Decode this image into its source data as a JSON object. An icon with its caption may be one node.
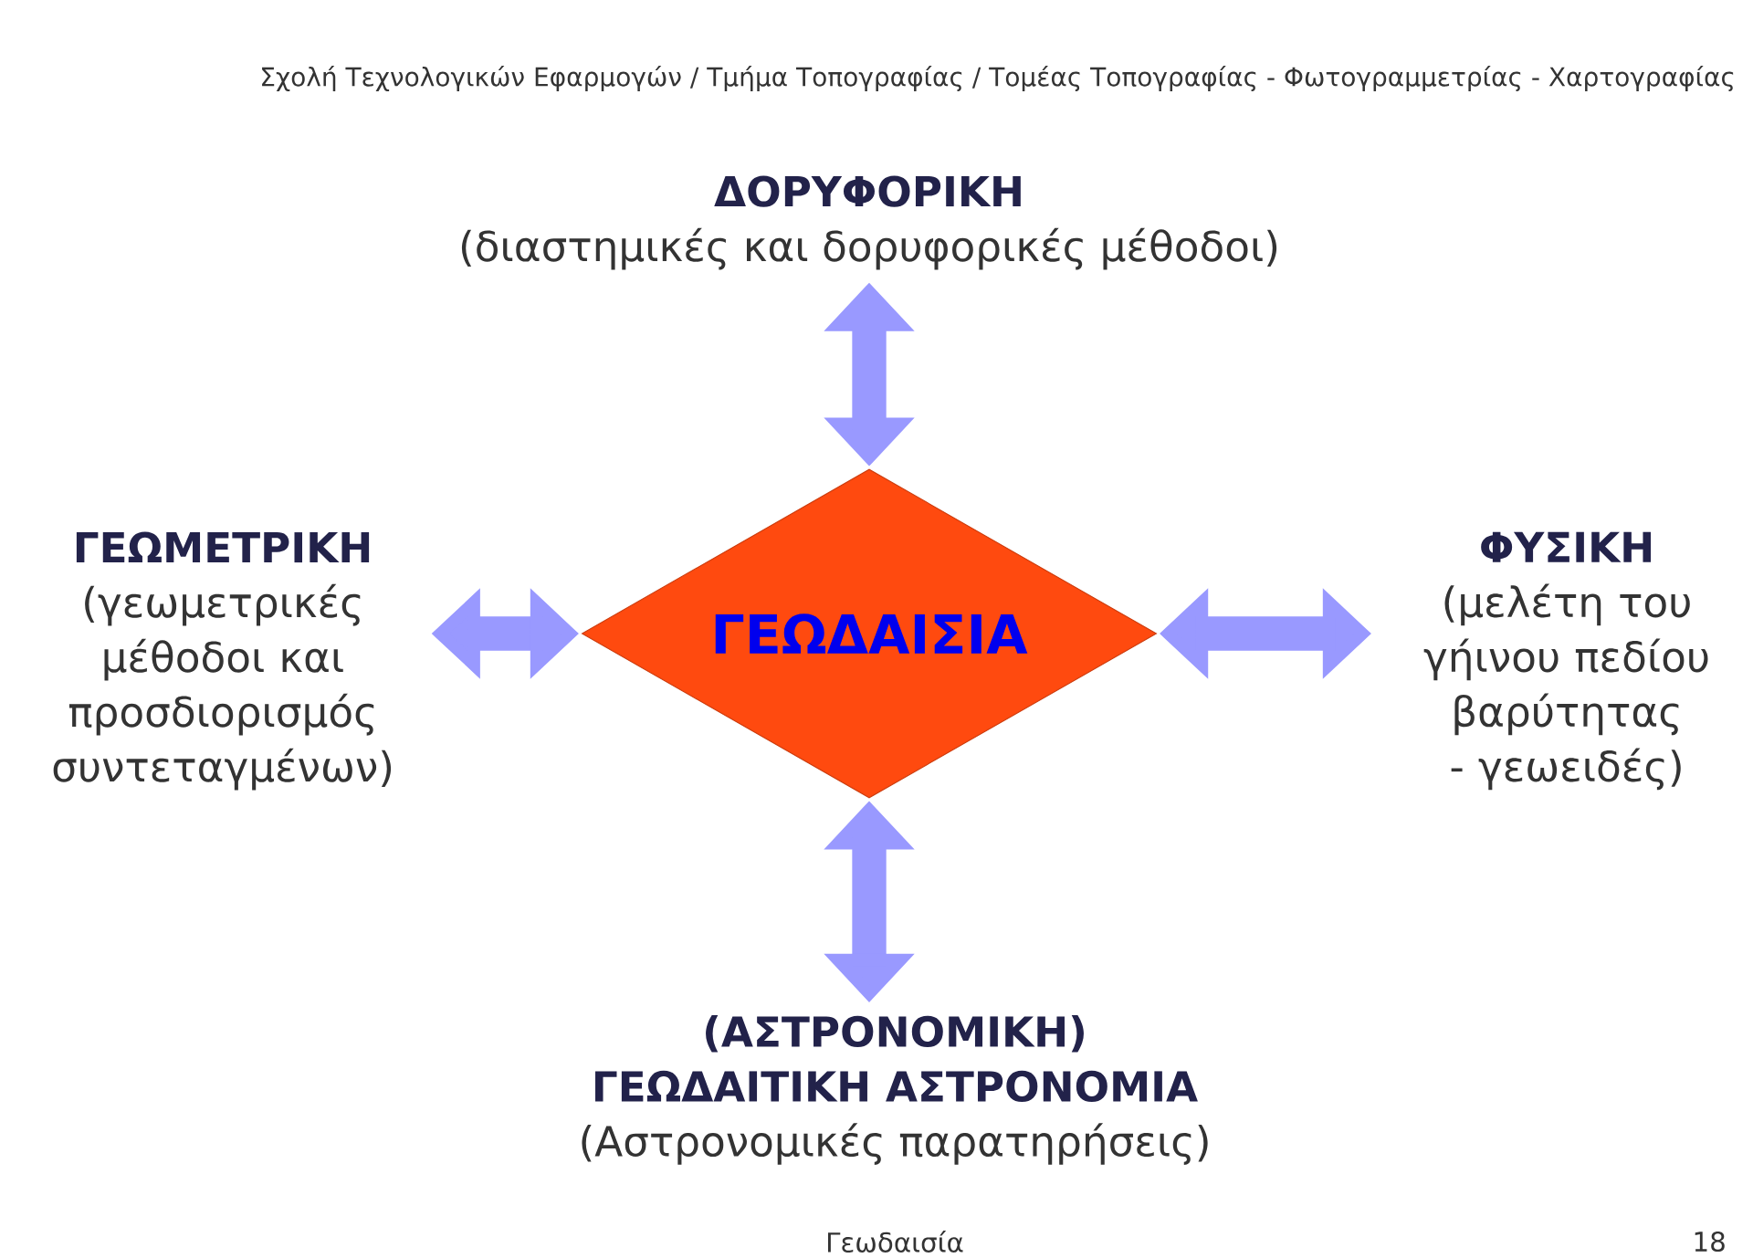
{
  "diagram": {
    "nodes": [
      {
        "text": [
          "ΔΟΡΥΦΟΡΙΚΗ",
          "(διαστημικές και δορυφορικές μέθοδοι)"
        ]
      },
      {
        "text": [
          "ΓΕΩΜΕΤΡΙΚΗ",
          "(γεωμετρικές μέθοδοι και προσδιορισμός συντεταγμένων)"
        ]
      },
      {
        "text": [
          "ΓΕΩΔΑΙΣΙΑ"
        ]
      },
      {
        "text": [
          "ΦΥΣΙΚΗ",
          "(μελέτη του γήινου πεδίου βαρύτητας - γεωειδές)"
        ]
      },
      {
        "text": [
          "(ΑΣΤΡΟΝΟΜΙΚΗ)",
          "ΓΕΩΔΑΙΤΙΚΗ ΑΣΤΡΟΝΟΜΙΑ",
          "(Αστρονομικές παρατηρήσεις)"
        ]
      }
    ],
    "edges": [
      {
        "from": 2,
        "to": 0,
        "arrow": "both"
      },
      {
        "from": 2,
        "to": 1,
        "arrow": "both"
      },
      {
        "from": 2,
        "to": 3,
        "arrow": "both"
      },
      {
        "from": 2,
        "to": 4,
        "arrow": "both"
      }
    ],
    "labels": [
      "Σχολή Τεχνολογικών Εφαρμογών / Τμήμα Τοπογραφίας  / Τομέας Τοπογραφίας - Φωτογραμμετρίας - Χαρτογραφίας",
      "Γεωδαισία",
      "18"
    ]
  }
}
